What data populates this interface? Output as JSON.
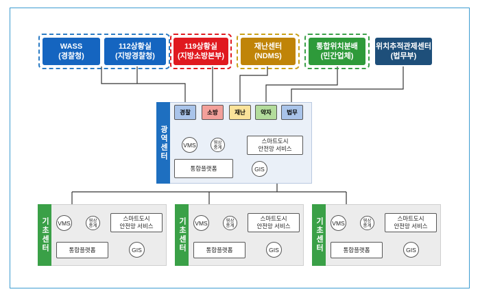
{
  "agencies": [
    {
      "id": "wass",
      "line1": "WASS",
      "line2": "(경찰청)",
      "color": "#1565c0"
    },
    {
      "id": "s112",
      "line1": "112상황실",
      "line2": "(지방경찰청)",
      "color": "#1565c0"
    },
    {
      "id": "s119",
      "line1": "119상황실",
      "line2": "(지방소방본부)",
      "color": "#e0191f"
    },
    {
      "id": "disaster",
      "line1": "재난센터",
      "line2": "(NDMS)",
      "color": "#c08408"
    },
    {
      "id": "location",
      "line1": "통합위치분배",
      "line2": "(민간업체)",
      "color": "#2e9a3a"
    },
    {
      "id": "tracking",
      "line1": "위치추적관제센터",
      "line2": "(법무부)",
      "color": "#1e4f7a"
    }
  ],
  "dashed_colors": {
    "blue": "#2a7bc4",
    "red": "#e0191f",
    "yellow": "#c9a016",
    "green": "#3aa047"
  },
  "regional": {
    "label": "광역센터",
    "services": [
      {
        "label": "경찰",
        "color": "#a9c4ea"
      },
      {
        "label": "소방",
        "color": "#f3a09a"
      },
      {
        "label": "재난",
        "color": "#fbe39a"
      },
      {
        "label": "약자",
        "color": "#b3dc9c"
      },
      {
        "label": "법무",
        "color": "#a9c4ea"
      }
    ],
    "vms": "VMS",
    "video_line1": "영상",
    "video_line2": "중계",
    "smart_line1": "스마트도시",
    "smart_line2": "안전망 서비스",
    "platform": "통합플랫폼",
    "gis": "GIS",
    "accent": "#1e6fc0",
    "bg": "#eaf0f8"
  },
  "basic": {
    "label": "기초센터",
    "vms": "VMS",
    "video_line1": "영상",
    "video_line2": "중계",
    "smart_line1": "스마트도시",
    "smart_line2": "안전망 서비스",
    "platform": "통합플랫폼",
    "gis": "GIS",
    "accent": "#3aa047",
    "bg": "#ececec"
  }
}
